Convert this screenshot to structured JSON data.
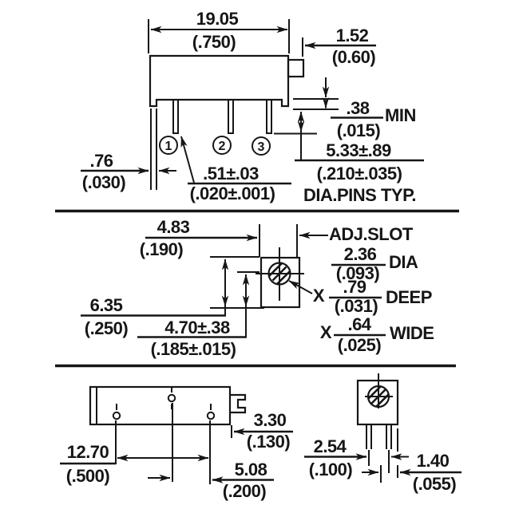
{
  "side_view": {
    "pin_numbers": [
      "1",
      "2",
      "3"
    ],
    "body_width_mm": "19.05",
    "body_width_in": "(.750)",
    "tab_width_mm": "1.52",
    "tab_width_in": "(0.60)",
    "standoff_mm": ".38",
    "standoff_in": "(.015)",
    "standoff_note": "MIN",
    "pin_length_mm": "5.33±.89",
    "pin_length_in": "(.210±.035)",
    "pin_note": "DIA.PINS TYP.",
    "wall_mm": ".76",
    "wall_in": "(.030)",
    "pin_dia_mm": ".51±.03",
    "pin_dia_in": "(.020±.001)"
  },
  "top_view": {
    "adj_slot_label": "ADJ.SLOT",
    "slot_offset_mm": "4.83",
    "slot_offset_in": "(.190)",
    "body_depth_mm": "6.35",
    "body_depth_in": "(.250)",
    "screw_center_mm": "4.70±.38",
    "screw_center_in": "(.185±.015)",
    "slot_dia_mm": "2.36",
    "slot_dia_in": "(.093)",
    "slot_dia_label": "DIA",
    "slot_deep_x": "X",
    "slot_deep_mm": ".79",
    "slot_deep_in": "(.031)",
    "slot_deep_label": "DEEP",
    "slot_wide_x": "X",
    "slot_wide_mm": ".64",
    "slot_wide_in": "(.025)",
    "slot_wide_label": "WIDE"
  },
  "bottom_view": {
    "outer_pin_span_mm": "12.70",
    "outer_pin_span_in": "(.500)",
    "center_pin_offset_mm": "5.08",
    "center_pin_offset_in": "(.200)",
    "tab_length_mm": "3.30",
    "tab_length_in": "(.130)"
  },
  "front_view": {
    "pin_pitch_mm": "2.54",
    "pin_pitch_in": "(.100)",
    "pin_width_mm": "1.40",
    "pin_width_in": "(.055)"
  }
}
